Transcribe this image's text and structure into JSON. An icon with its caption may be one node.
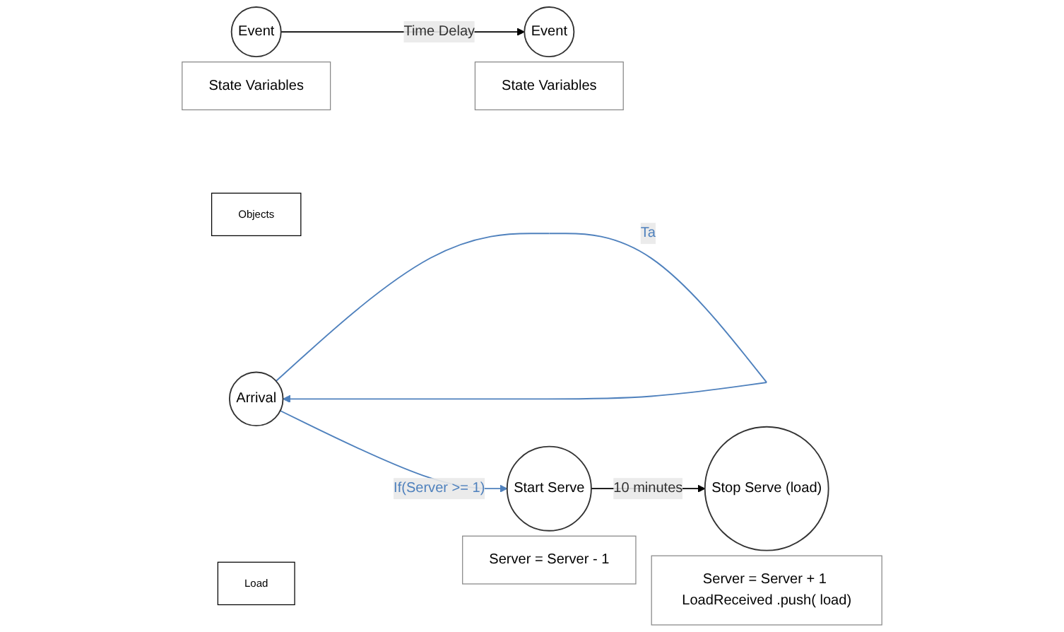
{
  "diagram": {
    "nodes": [
      {
        "text": [
          "Event"
        ],
        "beside": [
          "State Variables"
        ]
      },
      {
        "text": [
          "Objects"
        ]
      },
      {
        "text": [
          "Event"
        ],
        "beside": [
          "State Variables"
        ]
      },
      {
        "text": [
          "Arrival"
        ]
      },
      {
        "text": [
          "Start Serve"
        ],
        "beside": [
          "Server = Server - 1"
        ]
      },
      {
        "text": [
          "Load"
        ]
      },
      {
        "text": [
          "Stop Serve (load)"
        ],
        "beside": [
          "Server = Server + 1 LoadReceived .push( load)"
        ]
      }
    ],
    "edges": [
      {
        "from": 0,
        "to": 2,
        "arrow": "to",
        "label": "Time Delay"
      },
      {
        "from": 3,
        "to": 3,
        "arrow": "to",
        "label": "Ta",
        "color": "#4f81bd"
      },
      {
        "from": 3,
        "to": 4,
        "arrow": "to",
        "label": "If(Server >= 1)",
        "color": "#4f81bd"
      },
      {
        "from": 4,
        "to": 6,
        "arrow": "to",
        "label": "10 minutes"
      }
    ]
  }
}
